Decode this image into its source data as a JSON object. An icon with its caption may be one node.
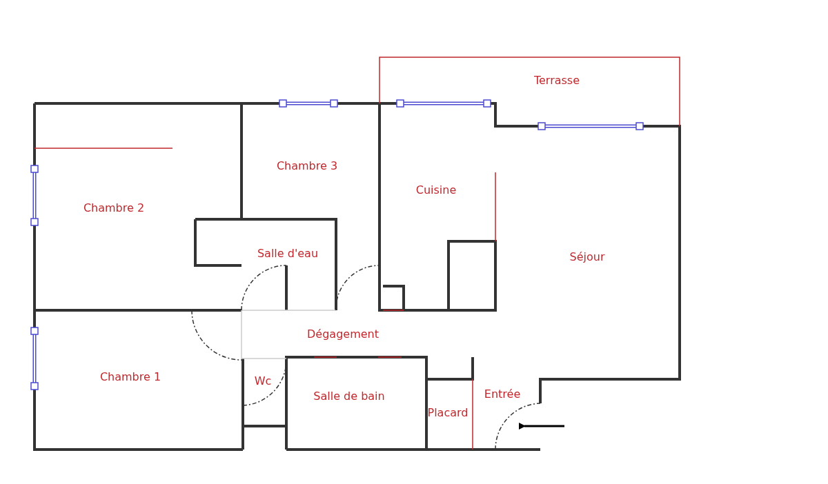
{
  "diagram": {
    "labels": [
      "Terrasse",
      "Chambre 3",
      "Chambre 2",
      "Cuisine",
      "Salle d'eau",
      "Séjour",
      "Dégagement",
      "Chambre 1",
      "Wc",
      "Salle de bain",
      "Entrée",
      "Placard"
    ]
  }
}
